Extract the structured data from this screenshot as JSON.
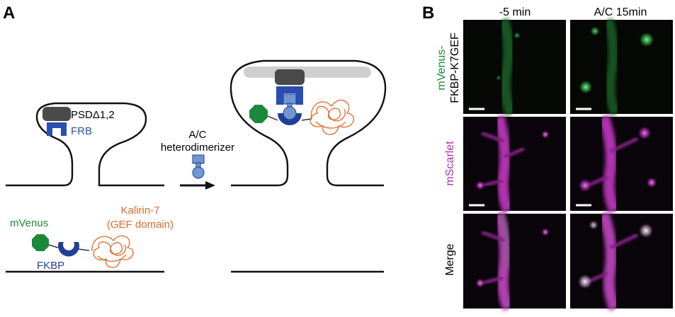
{
  "panel_a": {
    "letter": "A",
    "psd_label": "PSDΔ1,2",
    "frb_label": "FRB",
    "arrow_label_line1": "A/C",
    "arrow_label_line2": "heterodimerizer",
    "mvenus_label": "mVenus",
    "fkbp_label": "FKBP",
    "kalirin_line1": "Kalirin-7",
    "kalirin_line2": "(GEF domain)"
  },
  "panel_b": {
    "letter": "B",
    "col_headers": [
      "-5 min",
      "A/C 15min"
    ],
    "row_label_1_line1": "mVenus-",
    "row_label_1_line2": "FKBP-K7GEF",
    "row_label_2": "mScarlet",
    "row_label_3": "Merge"
  },
  "colors": {
    "mvenus_green": "#1a8a3a",
    "fkbp_blue": "#1f3f9a",
    "frb_blue": "#2a4fb0",
    "kalirin_orange": "#e06a2a",
    "psd_gray": "#4a4a4a",
    "membrane_gray": "#cfcfcf",
    "ac_blue": "#6f97d0",
    "mscarlet_magenta": "#cc33cc"
  }
}
